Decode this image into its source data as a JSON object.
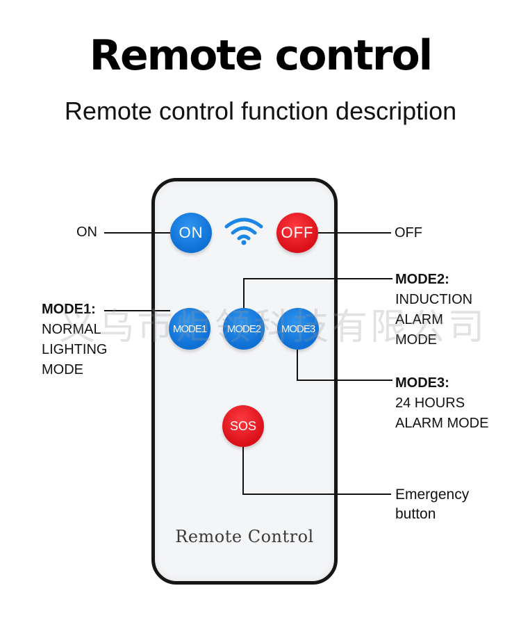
{
  "header": {
    "title": "Remote control",
    "subtitle": "Remote control function description"
  },
  "watermark": "义乌市炬领科技有限公司",
  "remote": {
    "label": "Remote Control",
    "buttons": {
      "on": "ON",
      "off": "OFF",
      "mode1": "MODE1",
      "mode2": "MODE2",
      "mode3": "MODE3",
      "sos": "SOS"
    },
    "signal_icon": "wifi-signal-icon"
  },
  "callouts": {
    "on": "ON",
    "off": "OFF",
    "mode1": {
      "title": "MODE1:",
      "lines": [
        "NORMAL",
        "LIGHTING",
        "MODE"
      ]
    },
    "mode2": {
      "title": "MODE2:",
      "lines": [
        "INDUCTION",
        "ALARM",
        "MODE"
      ]
    },
    "mode3": {
      "title": "MODE3:",
      "lines": [
        "24 HOURS",
        "ALARM MODE"
      ]
    },
    "emergency": {
      "lines": [
        "Emergency",
        "button"
      ]
    }
  },
  "colors": {
    "blue_button": "#1a7fe0",
    "red_button": "#e8121c",
    "remote_border": "#161616",
    "remote_body": "#f4f5f7"
  }
}
